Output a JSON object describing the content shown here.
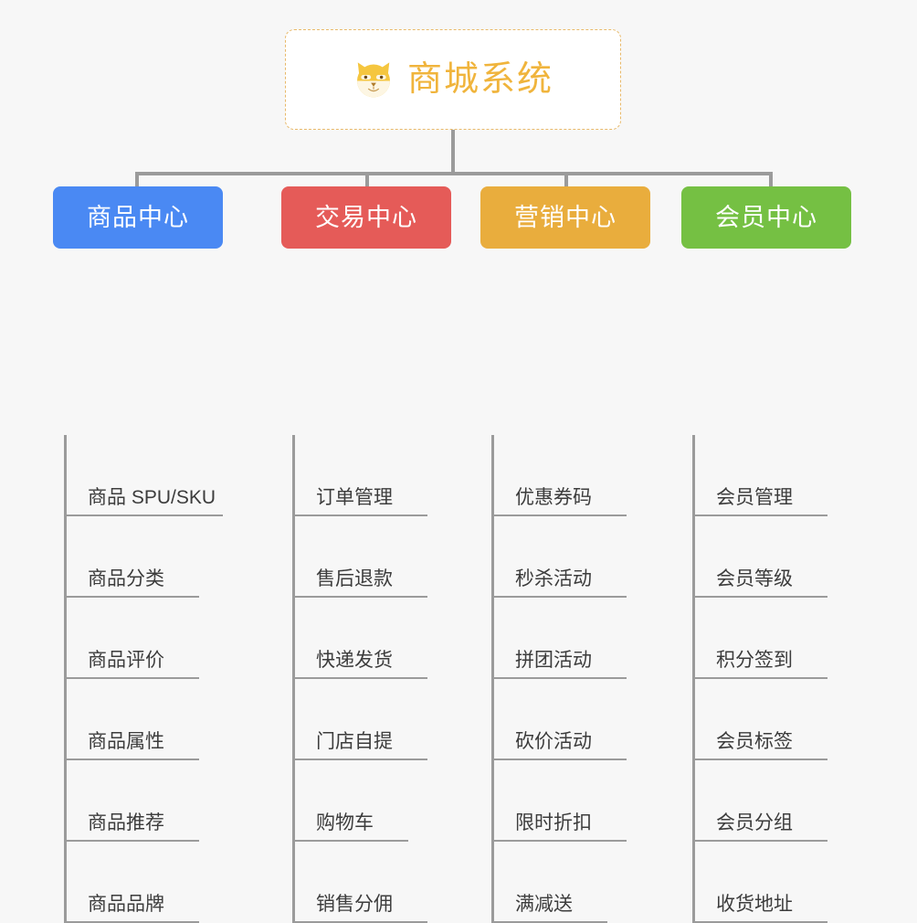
{
  "root": {
    "title": "商城系统",
    "icon": "shiba-dog-face-icon",
    "border_color": "#e8b96a",
    "text_color": "#f0b43c"
  },
  "connector_color": "#9b9b9b",
  "background_color": "#f7f7f7",
  "columns": [
    {
      "id": "product-center",
      "label": "商品中心",
      "color": "#4a89f3",
      "items": [
        {
          "label": "商品 SPU/SKU",
          "width": "wide"
        },
        {
          "label": "商品分类",
          "width": "mid"
        },
        {
          "label": "商品评价",
          "width": "mid"
        },
        {
          "label": "商品属性",
          "width": "mid"
        },
        {
          "label": "商品推荐",
          "width": "mid"
        },
        {
          "label": "商品品牌",
          "width": "mid"
        }
      ]
    },
    {
      "id": "trade-center",
      "label": "交易中心",
      "color": "#e55b58",
      "items": [
        {
          "label": "订单管理",
          "width": "mid"
        },
        {
          "label": "售后退款",
          "width": "mid"
        },
        {
          "label": "快递发货",
          "width": "mid"
        },
        {
          "label": "门店自提",
          "width": "mid"
        },
        {
          "label": "购物车",
          "width": "short"
        },
        {
          "label": "销售分佣",
          "width": "mid"
        }
      ]
    },
    {
      "id": "marketing-center",
      "label": "营销中心",
      "color": "#e9ad3d",
      "items": [
        {
          "label": "优惠券码",
          "width": "mid"
        },
        {
          "label": "秒杀活动",
          "width": "mid"
        },
        {
          "label": "拼团活动",
          "width": "mid"
        },
        {
          "label": "砍价活动",
          "width": "mid"
        },
        {
          "label": "限时折扣",
          "width": "mid"
        },
        {
          "label": "满减送",
          "width": "short"
        }
      ]
    },
    {
      "id": "member-center",
      "label": "会员中心",
      "color": "#75c043",
      "items": [
        {
          "label": "会员管理",
          "width": "mid"
        },
        {
          "label": "会员等级",
          "width": "mid"
        },
        {
          "label": "积分签到",
          "width": "mid"
        },
        {
          "label": "会员标签",
          "width": "mid"
        },
        {
          "label": "会员分组",
          "width": "mid"
        },
        {
          "label": "收货地址",
          "width": "mid"
        }
      ]
    }
  ]
}
